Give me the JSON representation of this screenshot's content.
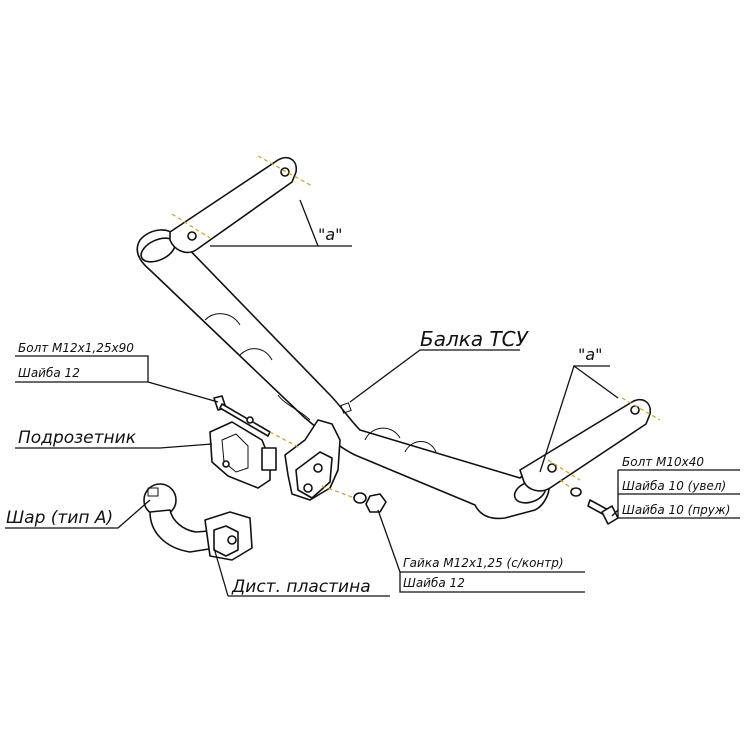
{
  "labels": {
    "a_top": "\"а\"",
    "a_right": "\"а\"",
    "beam": "Балка ТСУ",
    "bolt_m12": "Болт М12х1,25х90",
    "washer_12_left": "Шайба 12",
    "socket_plate": "Подрозетник",
    "ball": "Шар (тип А)",
    "spacer_plate": "Дист. пластина",
    "nut_m12": "Гайка М12х1,25 (с/контр)",
    "washer_12_bottom": "Шайба 12",
    "bolt_m10": "Болт М10х40",
    "washer_10_wide": "Шайба 10 (увел)",
    "washer_10_spring": "Шайба 10 (пруж)"
  }
}
